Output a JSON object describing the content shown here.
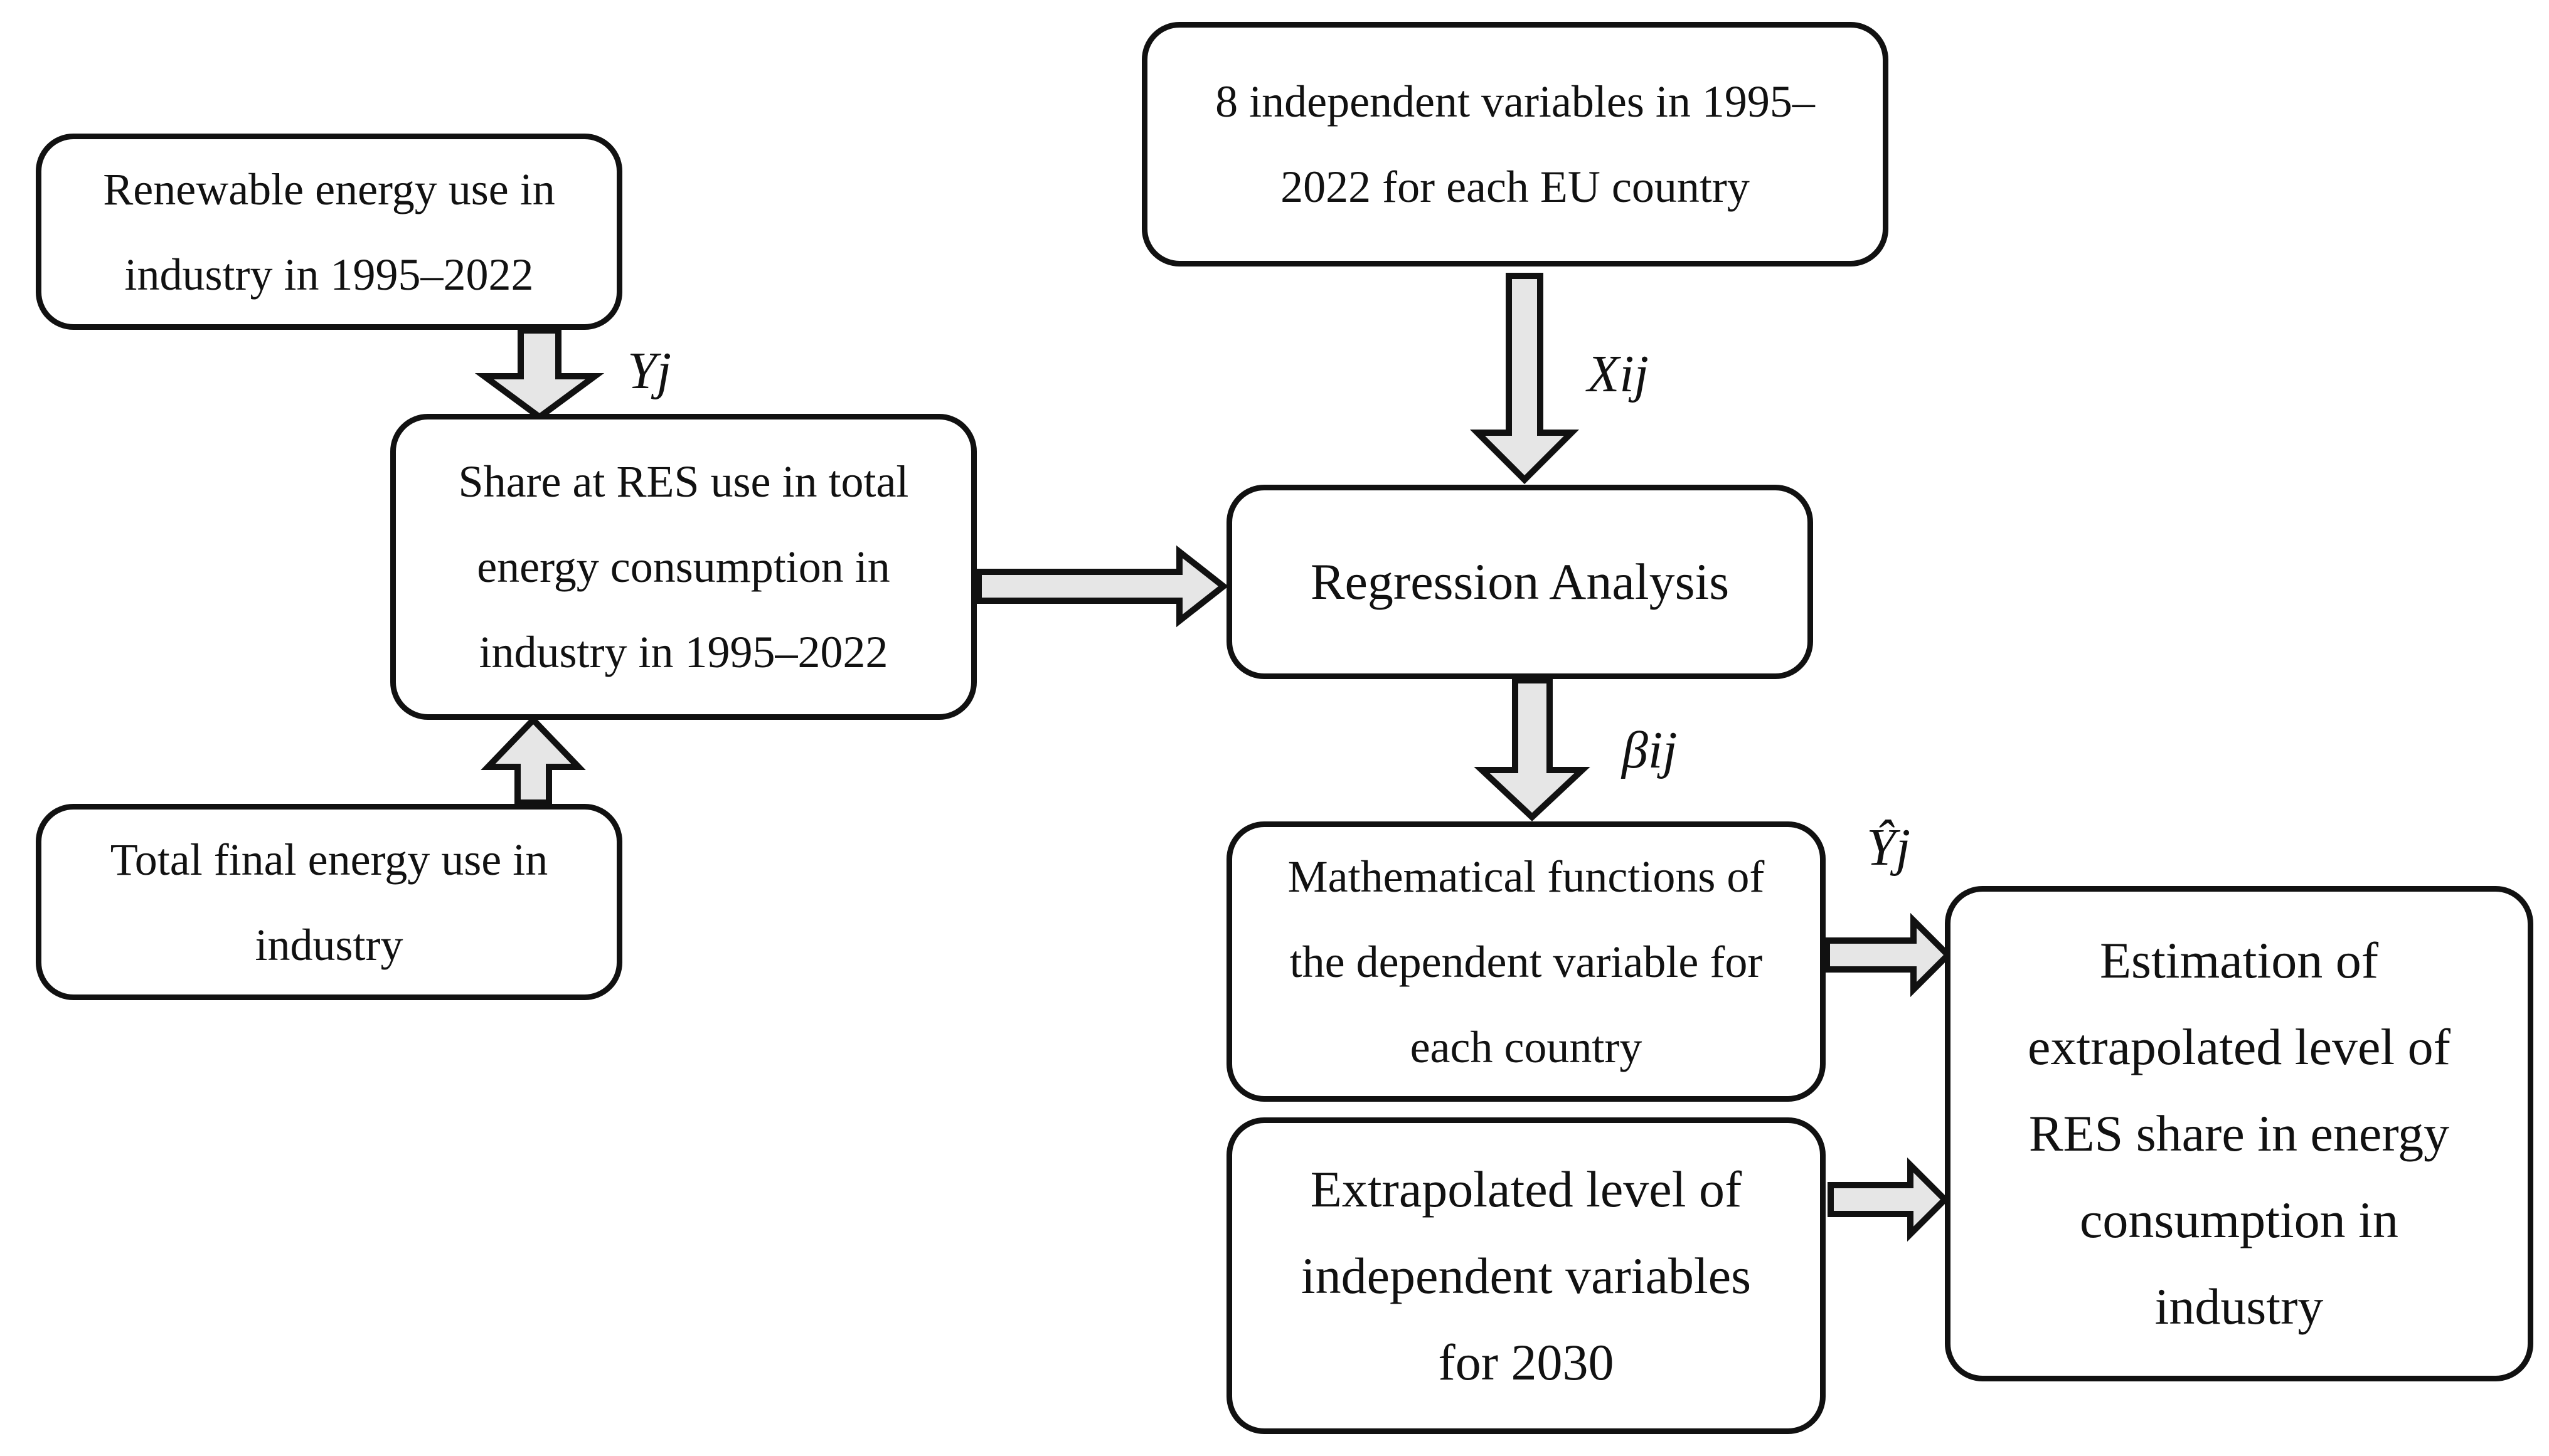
{
  "nodes": {
    "renewable_use": "Renewable energy use in\nindustry in 1995–2022",
    "total_final": "Total final energy use in\nindustry",
    "share_res": "Share at RES use in total\nenergy consumption in\nindustry in 1995–2022",
    "independent_vars": "8 independent variables in 1995–\n2022 for each EU country",
    "regression": "Regression Analysis",
    "math_functions": "Mathematical functions of\nthe dependent variable for\neach country",
    "extrapolated_vars": "Extrapolated level of\nindependent variables\nfor 2030",
    "estimation": "Estimation of\nextrapolated level of\nRES share in energy\nconsumption in\nindustry"
  },
  "edge_labels": {
    "yj": "Yj",
    "xij": "Xij",
    "beta_ij": "βij",
    "yj_hat": "Ŷj"
  }
}
